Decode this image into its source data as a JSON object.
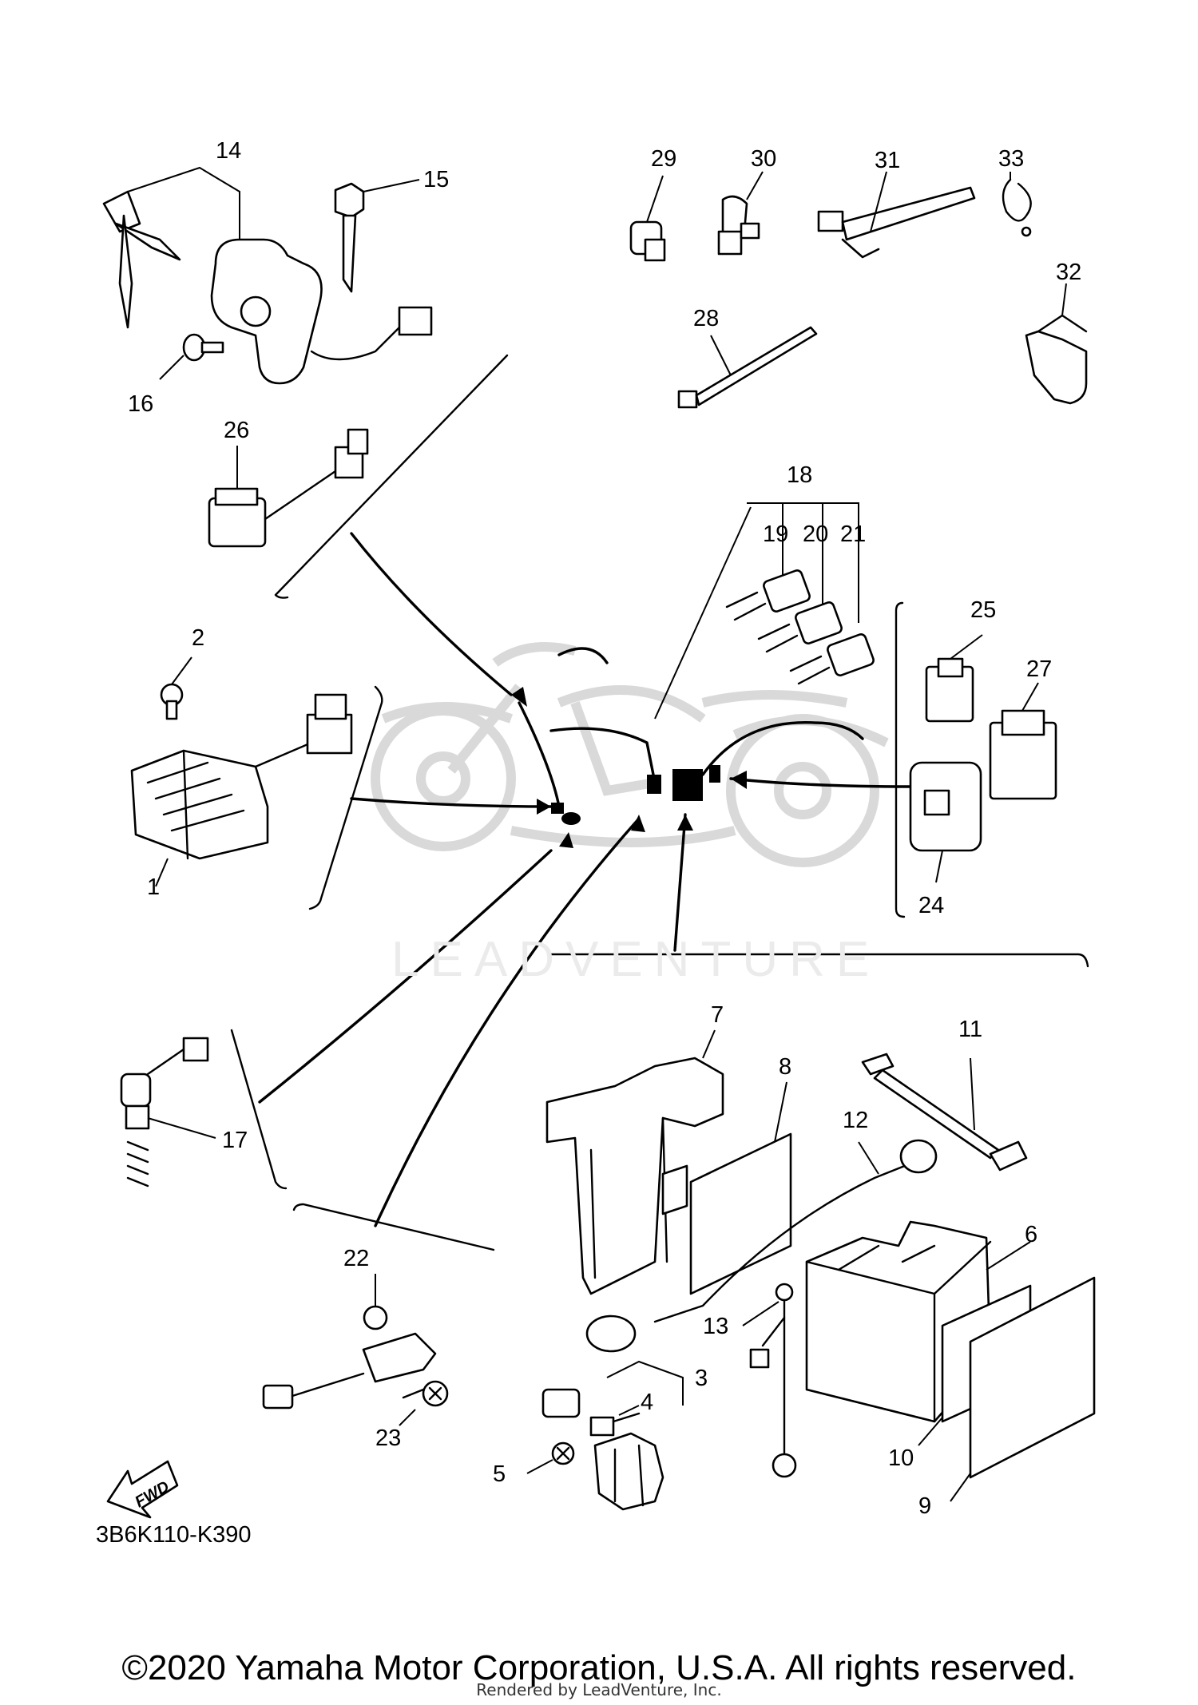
{
  "diagram_code": "3B6K110-K390",
  "fwd_label": "FWD",
  "watermark": "LEADVENTURE",
  "copyright": "©2020 Yamaha Motor Corporation, U.S.A. All rights reserved.",
  "rendered_by": "Rendered by LeadVenture, Inc.",
  "callouts": [
    "1",
    "2",
    "3",
    "4",
    "5",
    "6",
    "7",
    "8",
    "9",
    "10",
    "11",
    "12",
    "13",
    "14",
    "15",
    "16",
    "17",
    "18",
    "19",
    "20",
    "21",
    "22",
    "23",
    "24",
    "25",
    "26",
    "27",
    "28",
    "29",
    "30",
    "31",
    "32",
    "33"
  ]
}
